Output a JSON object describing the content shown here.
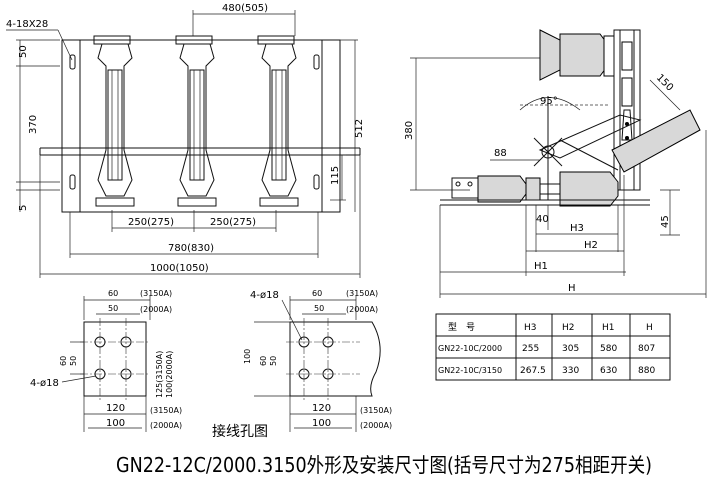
{
  "title": "GN22-12C/2000.3150外形及安装尺寸图(括号尺寸为275相距开关)",
  "front_view": {
    "dims": {
      "top_width": "480(505)",
      "holes": "4-18X28",
      "d50": "50",
      "d370": "370",
      "d5": "5",
      "d512": "512",
      "d115": "115",
      "pitch_a": "250(275)",
      "pitch_b": "250(275)",
      "w780": "780(830)",
      "w1000": "1000(1050)"
    }
  },
  "side_view": {
    "dims": {
      "d380": "380",
      "angle": "95°",
      "r150": "150",
      "d88": "88",
      "d40": "40",
      "d45": "45",
      "h3": "H3",
      "h2": "H2",
      "h1": "H1",
      "h": "H"
    }
  },
  "terminal_a": {
    "dims": {
      "d60": "60",
      "a3150": "(3150A)",
      "d50": "50",
      "a2000": "(2000A)",
      "d60v": "60",
      "d50v": "50",
      "hole": "4-ø18",
      "v125": "125(3150A)",
      "v100": "100(2000A)",
      "d120": "120",
      "d100": "100",
      "b3150": "(3150A)",
      "b2000": "(2000A)"
    }
  },
  "terminal_b": {
    "dims": {
      "hole": "4-ø18",
      "d60": "60",
      "a3150": "(3150A)",
      "d50": "50",
      "a2000": "(2000A)",
      "d100": "100",
      "d60v": "60",
      "d50v": "50",
      "d120": "120",
      "d100b": "100",
      "b3150": "(3150A)",
      "b2000": "(2000A)"
    }
  },
  "terminal_label": "接线孔图",
  "table": {
    "headers": [
      "型　号",
      "H3",
      "H2",
      "H1",
      "H"
    ],
    "rows": [
      [
        "GN22-10C/2000",
        "255",
        "305",
        "580",
        "807"
      ],
      [
        "GN22-10C/3150",
        "267.5",
        "330",
        "630",
        "880"
      ]
    ]
  }
}
